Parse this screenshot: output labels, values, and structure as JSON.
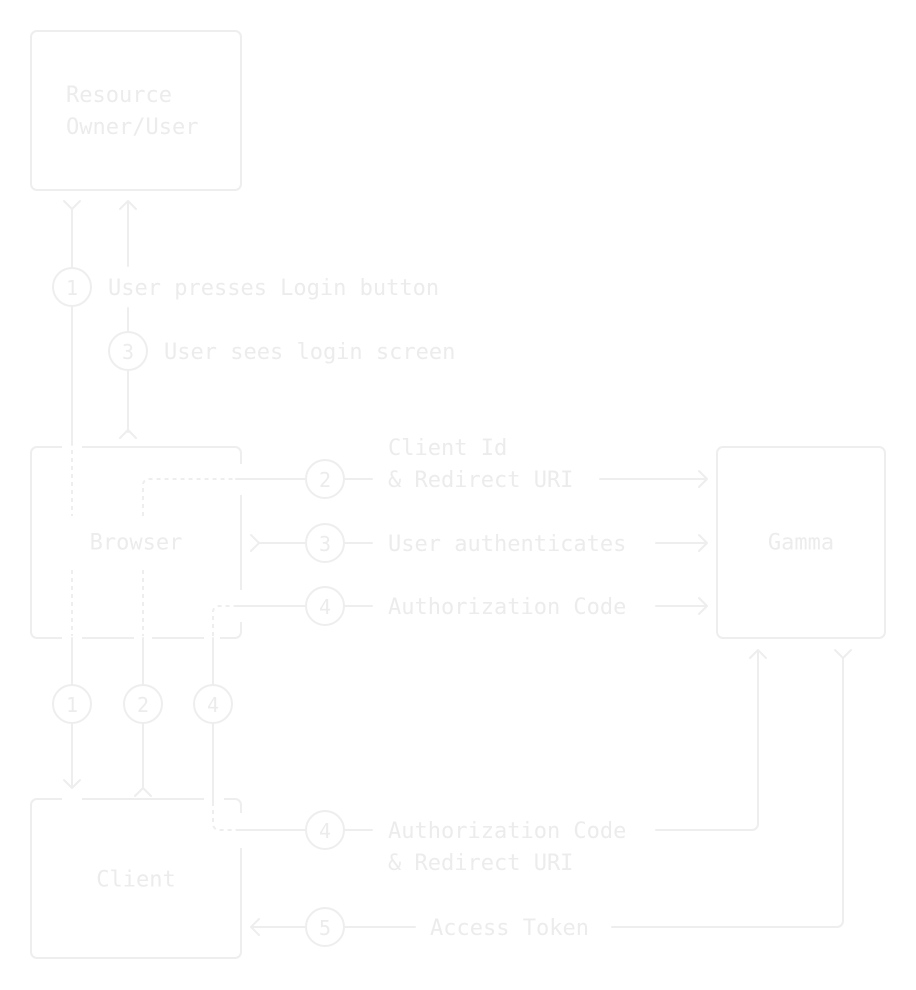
{
  "nodes": {
    "resource_owner": {
      "line1": "Resource",
      "line2": "Owner/User"
    },
    "browser": {
      "label": "Browser"
    },
    "gamma": {
      "label": "Gamma"
    },
    "client": {
      "label": "Client"
    }
  },
  "steps": {
    "user_presses_login": {
      "number": "1",
      "label": "User presses Login button"
    },
    "user_sees_login": {
      "number": "3",
      "label": "User sees login screen"
    },
    "client_id_redirect": {
      "number": "2",
      "line1": "Client Id",
      "line2": "& Redirect URI"
    },
    "user_authenticates": {
      "number": "3",
      "label": "User authenticates"
    },
    "authorization_code": {
      "number": "4",
      "label": "Authorization Code"
    },
    "browser_client_1": {
      "number": "1"
    },
    "browser_client_2": {
      "number": "2"
    },
    "browser_client_4": {
      "number": "4"
    },
    "client_gamma_code": {
      "number": "4",
      "line1": "Authorization Code",
      "line2": "& Redirect URI"
    },
    "access_token": {
      "number": "5",
      "label": "Access Token"
    }
  },
  "colors": {
    "stroke": "#eeeeee",
    "text": "#ececec",
    "background": "#ffffff"
  }
}
